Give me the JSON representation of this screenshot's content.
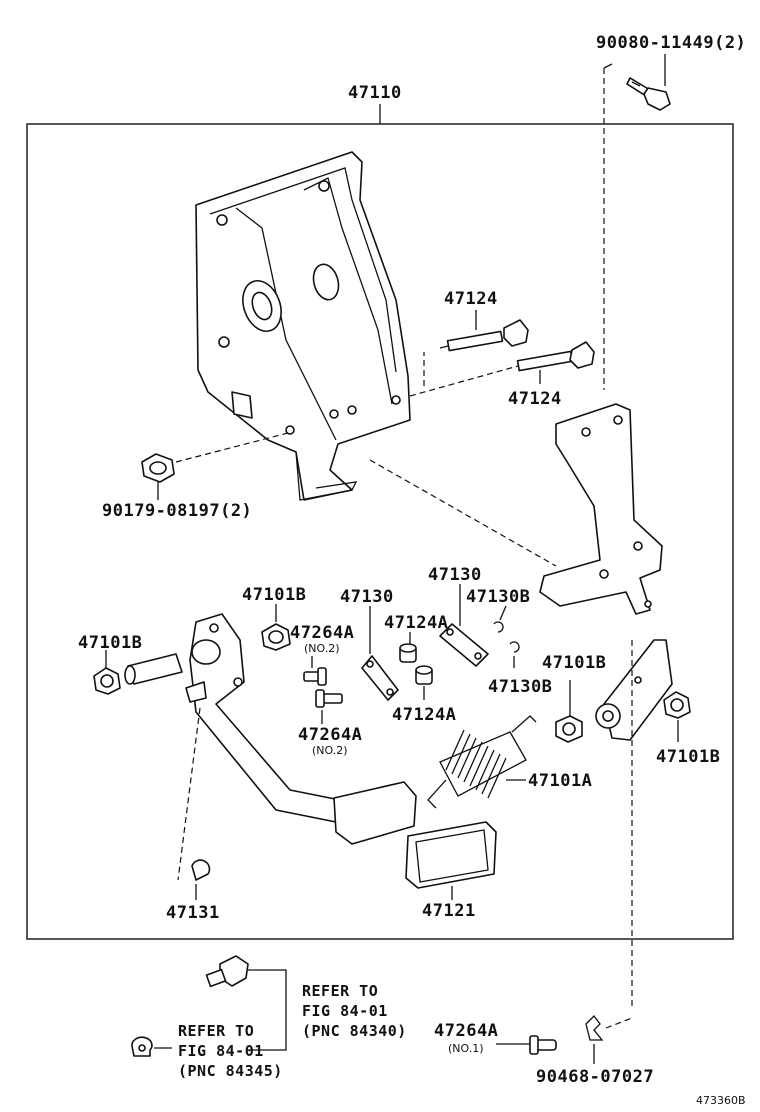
{
  "labels": {
    "bolt_top": "90080-11449(2)",
    "assembly": "47110",
    "bolt_upper": "47124",
    "bolt_lower": "47124",
    "nut": "90179-08197(2)",
    "bushing_left_outer": "47101B",
    "bushing_left_inner": "47101B",
    "link_a": "47130",
    "link_b": "47130",
    "pin_upper": "47264A",
    "pin_upper_sub": "(NO.2)",
    "pin_lower": "47264A",
    "pin_lower_sub": "(NO.2)",
    "collar_upper": "47124A",
    "collar_lower": "47124A",
    "clip_upper": "47130B",
    "clip_lower": "47130B",
    "bushing_right_a": "47101B",
    "bushing_right_b": "47101B",
    "spring": "47101A",
    "stopper": "47131",
    "pad": "47121",
    "pin_bottom": "47264A",
    "pin_bottom_sub": "(NO.1)",
    "clip_bottom": "90468-07027",
    "figure_code": "473360B"
  },
  "refs": {
    "ref1_line1": "REFER TO",
    "ref1_line2": "FIG 84-01",
    "ref1_line3": "(PNC 84340)",
    "ref2_line1": "REFER TO",
    "ref2_line2": "FIG 84-01",
    "ref2_line3": "(PNC 84345)"
  }
}
